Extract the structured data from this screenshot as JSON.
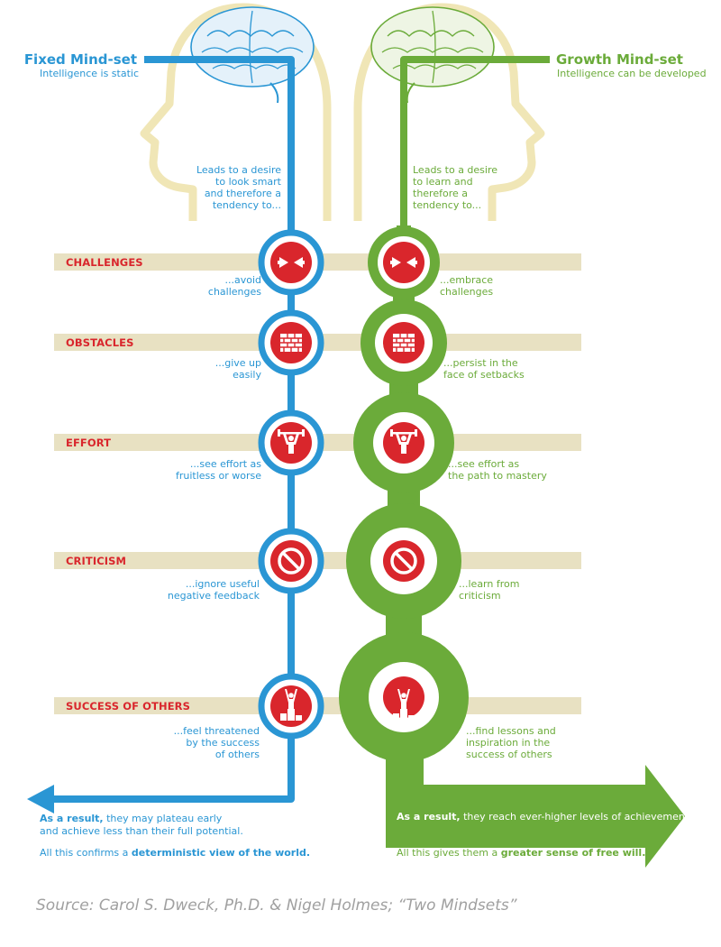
{
  "fixed": {
    "title": "Fixed Mind-set",
    "subtitle": "Intelligence is static",
    "intro": "Leads to a desire\nto look smart\nand therefore a\ntendency to...",
    "responses": [
      "...avoid\nchallenges",
      "...give up\neasily",
      "...see effort as\nfruitless or worse",
      "...ignore useful\nnegative feedback",
      "...feel threatened\nby the success\nof others"
    ],
    "result_bold": "As a result,",
    "result_rest": " they may plateau early",
    "result_line2": "and achieve less than their full potential.",
    "confirm_pre": "All this confirms a ",
    "confirm_bold": "deterministic view of the world."
  },
  "growth": {
    "title": "Growth Mind-set",
    "subtitle": "Intelligence can be developed",
    "intro": "Leads to a desire\nto learn and\ntherefore a\ntendency to...",
    "responses": [
      "...embrace\nchallenges",
      "...persist in the\nface of setbacks",
      "...see effort as\nthe path to mastery",
      "...learn from\ncriticism",
      "...find lessons and\ninspiration in the\nsuccess of others"
    ],
    "result_bold": "As a result,",
    "result_rest": " they reach ever-higher levels of achievement.",
    "confirm_pre": "All this gives them a ",
    "confirm_bold": "greater sense of free will."
  },
  "categories": [
    {
      "label": "CHALLENGES",
      "icon": "arrows-collide-icon"
    },
    {
      "label": "OBSTACLES",
      "icon": "brick-wall-icon"
    },
    {
      "label": "EFFORT",
      "icon": "weightlifter-icon"
    },
    {
      "label": "CRITICISM",
      "icon": "no-entry-icon"
    },
    {
      "label": "SUCCESS OF OTHERS",
      "icon": "winner-podium-icon"
    }
  ],
  "source": "Source: Carol S. Dweck, Ph.D. & Nigel Holmes; “Two Mindsets”",
  "colors": {
    "fixed": "#2a96d4",
    "growth": "#6bab3a",
    "accent": "#d9262c",
    "band": "#e8e1c2",
    "head": "#f0e6b6"
  }
}
